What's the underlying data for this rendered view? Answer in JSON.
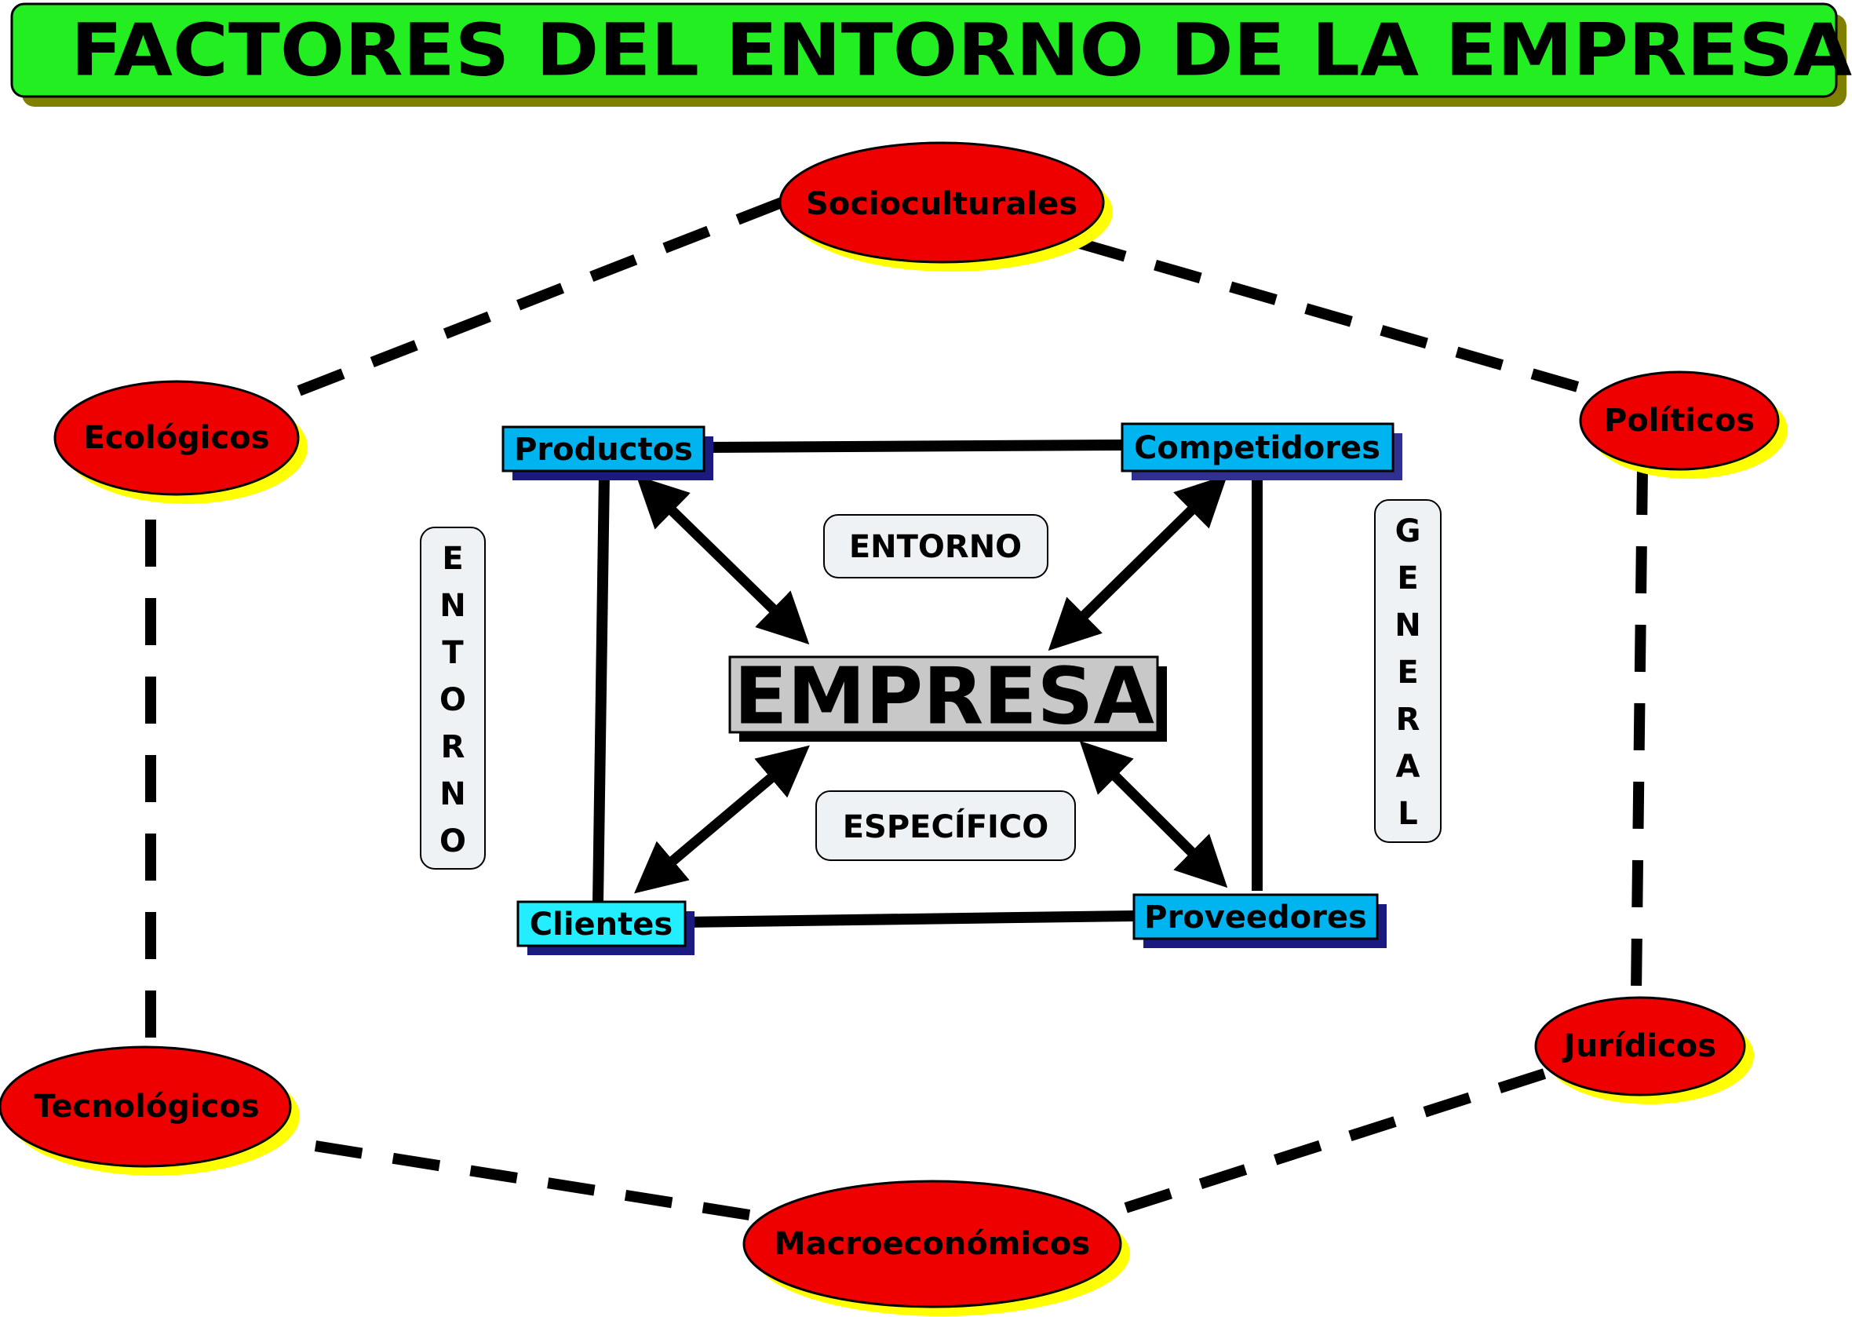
{
  "title": "FACTORES DEL ENTORNO DE LA EMPRESA",
  "center": {
    "label": "EMPRESA"
  },
  "specific_environment": {
    "label_top": "ENTORNO",
    "label_bottom": "ESPECÍFICO",
    "nodes": {
      "productos": "Productos",
      "competidores": "Competidores",
      "clientes": "Clientes",
      "proveedores": "Proveedores"
    }
  },
  "general_environment": {
    "vertical_left": "ENTORNO",
    "vertical_right": "GENERAL",
    "factors": {
      "socioculturales": "Socioculturales",
      "politicos": "Políticos",
      "juridicos": "Jurídicos",
      "macroeconomicos": "Macroeconómicos",
      "tecnologicos": "Tecnológicos",
      "ecologicos": "Ecológicos"
    }
  },
  "colors": {
    "title_fill": "#22ee22",
    "title_shadow": "#808000",
    "factor_fill": "#ee0000",
    "factor_shadow": "#ffff00",
    "node_fill": "#00b4f0",
    "node_shadow": "#1a1a80",
    "clientes_fill": "#22eeff",
    "empresa_fill": "#c8c8c8",
    "label_fill": "#eef2f4"
  }
}
